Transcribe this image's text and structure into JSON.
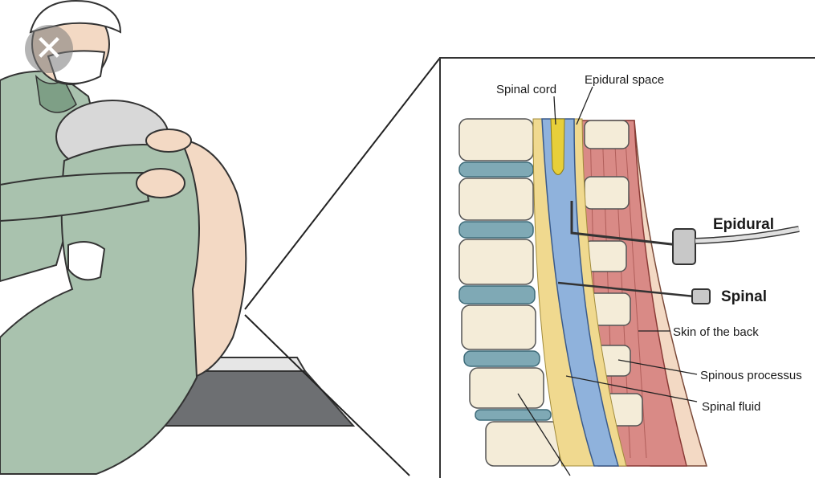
{
  "diagram": {
    "labels": {
      "spinal_cord": "Spinal cord",
      "epidural_space": "Epidural space",
      "epidural": "Epidural",
      "spinal": "Spinal",
      "skin_of_back": "Skin of the back",
      "spinous_processus": "Spinous processus",
      "spinal_fluid": "Spinal fluid"
    },
    "colors": {
      "gown": "#a9c2ae",
      "skin": "#f3d9c4",
      "bone": "#f4ecd8",
      "disc": "#7fa9b5",
      "cord": "#e7cf3a",
      "csf": "#8fb2dc",
      "muscle": "#d98a86",
      "table": "#6d6f72"
    }
  },
  "overlay": {
    "close_icon": "close-icon",
    "close_glyph": "✕"
  }
}
